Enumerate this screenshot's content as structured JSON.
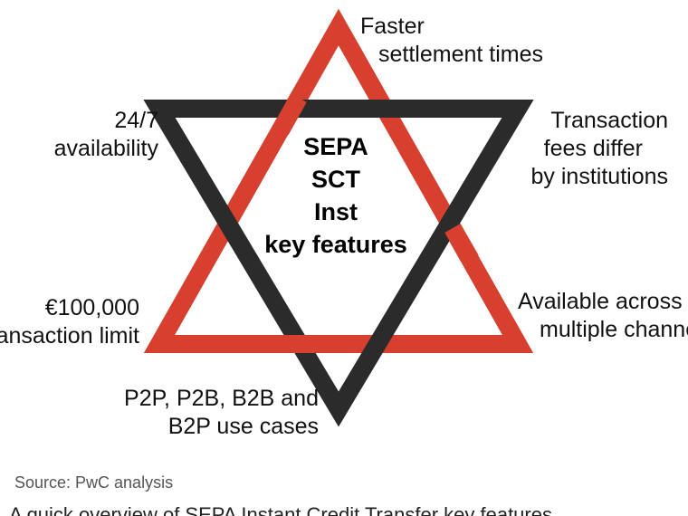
{
  "colors": {
    "red_triangle": "#d7402f",
    "dark_triangle": "#2b2b2b",
    "text": "#111111",
    "source_text": "#555555"
  },
  "center": {
    "line1": "SEPA",
    "line2": "SCT",
    "line3": "Inst",
    "line4": "key features"
  },
  "features": {
    "top": {
      "line1": "Faster",
      "line2": "settlement times"
    },
    "upper_left": {
      "line1": "24/7",
      "line2": "availability"
    },
    "upper_right": {
      "line1": "Transaction",
      "line2": "fees differ",
      "line3": "by institutions"
    },
    "lower_left": {
      "line1": "€100,000",
      "line2": "transaction limit"
    },
    "lower_right": {
      "line1": "Available across",
      "line2": "multiple channels"
    },
    "bottom": {
      "line1": "P2P, P2B, B2B and",
      "line2": "B2P use cases"
    }
  },
  "source": "Source: PwC analysis",
  "caption": "A quick overview of SEPA Instant Credit Transfer key features"
}
